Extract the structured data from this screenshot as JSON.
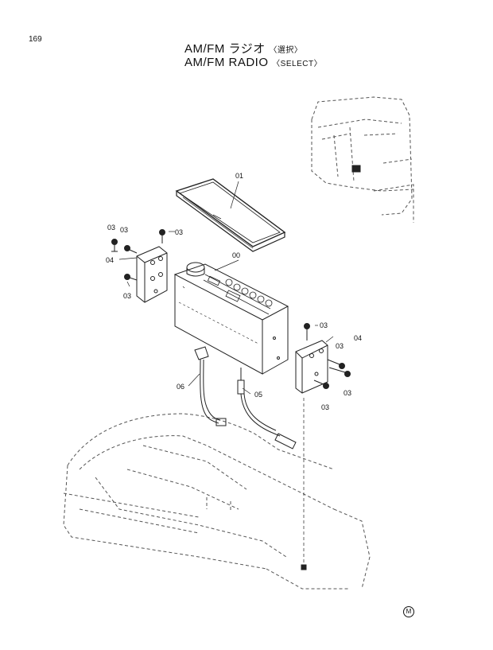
{
  "page_number": "169",
  "title_jp": "AM/FM ラジオ",
  "title_jp_sub": "〈選択〉",
  "title_en": "AM/FM RADIO",
  "title_en_sub": "〈SELECT〉",
  "callouts": {
    "c01": "01",
    "c00": "00",
    "c03": "03",
    "c04": "04",
    "c05": "05",
    "c06": "06"
  },
  "mark": "M"
}
